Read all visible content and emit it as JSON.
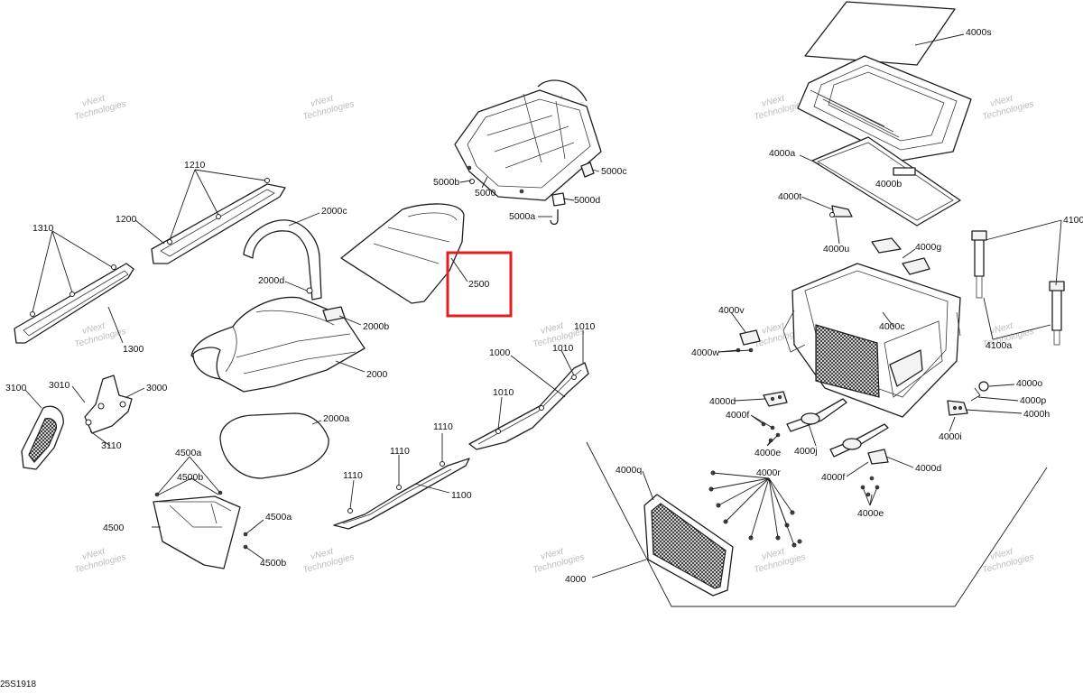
{
  "diagram": {
    "reference_code": "25S1918",
    "highlight_color": "#e02020",
    "watermark_lines": [
      "vNext",
      "Technologies"
    ],
    "labels": {
      "p4000s": "4000s",
      "p4000a": "4000a",
      "p4000b": "4000b",
      "p4000t": "4000t",
      "p4000u": "4000u",
      "p4000g": "4000g",
      "p4100": "4100",
      "p4100a": "4100a",
      "p4000c": "4000c",
      "p4000v": "4000v",
      "p4000w": "4000w",
      "p4000o": "4000o",
      "p4000p": "4000p",
      "p4000h": "4000h",
      "p4000d_l": "4000d",
      "p4000f_l": "4000f",
      "p4000e_l": "4000e",
      "p4000j": "4000j",
      "p4000i": "4000i",
      "p4000f_r": "4000f",
      "p4000d_r": "4000d",
      "p4000e_r": "4000e",
      "p4000q": "4000q",
      "p4000r": "4000r",
      "p4000": "4000",
      "p5000c": "5000c",
      "p5000b": "5000b",
      "p5000": "5000",
      "p5000d": "5000d",
      "p5000a": "5000a",
      "p2500": "2500",
      "p2000c": "2000c",
      "p2000d": "2000d",
      "p2000b": "2000b",
      "p2000": "2000",
      "p2000a": "2000a",
      "p1210": "1210",
      "p1200": "1200",
      "p1310": "1310",
      "p1300": "1300",
      "p3100": "3100",
      "p3010": "3010",
      "p3000": "3000",
      "p3110": "3110",
      "p4500a_t": "4500a",
      "p4500b_t": "4500b",
      "p4500": "4500",
      "p4500a_r": "4500a",
      "p4500b_r": "4500b",
      "p1010_t": "1010",
      "p1010_m": "1010",
      "p1000": "1000",
      "p1010_l": "1010",
      "p1110_t": "1110",
      "p1110_m": "1110",
      "p1110_l": "1110",
      "p1100": "1100"
    }
  }
}
